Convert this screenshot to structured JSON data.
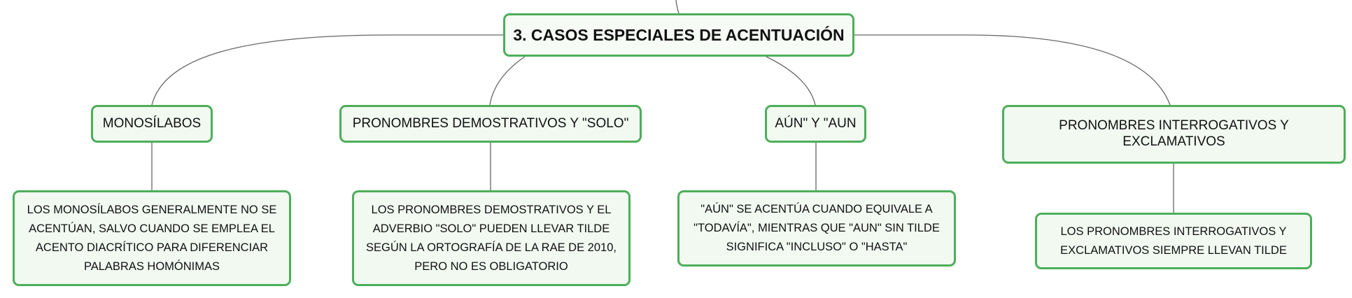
{
  "diagram": {
    "root": {
      "label": "3. CASOS ESPECIALES DE ACENTUACIÓN"
    },
    "branches": [
      {
        "topic": "MONOSÍLABOS",
        "detail": "LOS MONOSÍLABOS GENERALMENTE NO SE ACENTÚAN, SALVO CUANDO SE EMPLEA EL ACENTO DIACRÍTICO PARA DIFERENCIAR PALABRAS HOMÓNIMAS"
      },
      {
        "topic": "PRONOMBRES DEMOSTRATIVOS Y \"SOLO\"",
        "detail": "LOS PRONOMBRES DEMOSTRATIVOS Y EL ADVERBIO \"SOLO\" PUEDEN LLEVAR TILDE SEGÚN LA ORTOGRAFÍA DE LA RAE DE 2010, PERO NO ES OBLIGATORIO"
      },
      {
        "topic": "AÚN\" Y \"AUN",
        "detail": "\"AÚN\" SE ACENTÚA CUANDO EQUIVALE A \"TODAVÍA\", MIENTRAS QUE \"AUN\" SIN TILDE SIGNIFICA \"INCLUSO\" O \"HASTA\""
      },
      {
        "topic": "PRONOMBRES INTERROGATIVOS Y EXCLAMATIVOS",
        "detail": "LOS PRONOMBRES INTERROGATIVOS Y EXCLAMATIVOS SIEMPRE LLEVAN TILDE"
      }
    ],
    "colors": {
      "node_border": "#4cae5a",
      "node_fill": "#f1f9f1",
      "connector": "#666666"
    }
  }
}
